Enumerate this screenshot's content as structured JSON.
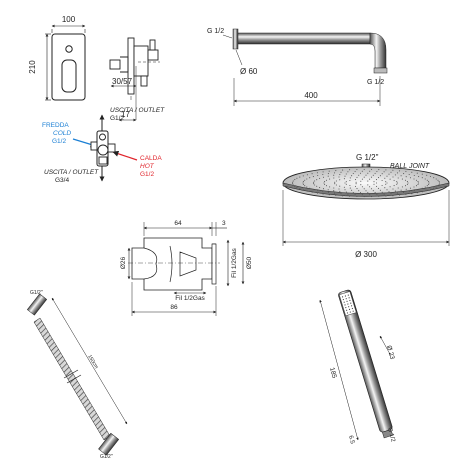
{
  "colors": {
    "line": "#1a1a1a",
    "dim": "#222222",
    "blue": "#1b7fd4",
    "red": "#e0242b",
    "chrome_dark": "#333333",
    "chrome_light": "#e6e6e6"
  },
  "valve_plate": {
    "width_label": "100",
    "height_label": "210",
    "depth_label": "30/57",
    "offset_label": "17"
  },
  "valve_body": {
    "upper_outlet": "USCITA / OUTLET",
    "upper_outlet_size": "G1/2",
    "cold_label": "FREDDA",
    "cold_label_en": "COLD",
    "cold_size": "G1/2",
    "hot_label": "CALDA",
    "hot_label_en": "HOT",
    "hot_size": "G1/2",
    "lower_outlet": "USCITA / OUTLET",
    "lower_outlet_size": "G3/4"
  },
  "shower_arm": {
    "wall_thread": "G 1/2",
    "flange_diameter": "Ø 60",
    "head_thread": "G 1/2",
    "length_label": "400"
  },
  "shower_head": {
    "thread_label": "G 1/2\"",
    "joint_label": "BALL JOINT",
    "diameter_label": "Ø 300"
  },
  "wall_outlet": {
    "width_label": "64",
    "offset_label": "3",
    "height_label": "Ø26",
    "diameter_label": "Ø50",
    "thread_side": "Fil 1/2Gas",
    "thread_bottom": "Fil 1/2Gas",
    "total_width_label": "86"
  },
  "hose": {
    "top_thread": "G1/2\"",
    "length_label": "150cm",
    "bottom_thread": "G1/2\""
  },
  "hand_shower": {
    "length_label": "185",
    "diameter_label": "Ø 23",
    "thread_label": "G 1/2",
    "small_label": "6.5"
  }
}
